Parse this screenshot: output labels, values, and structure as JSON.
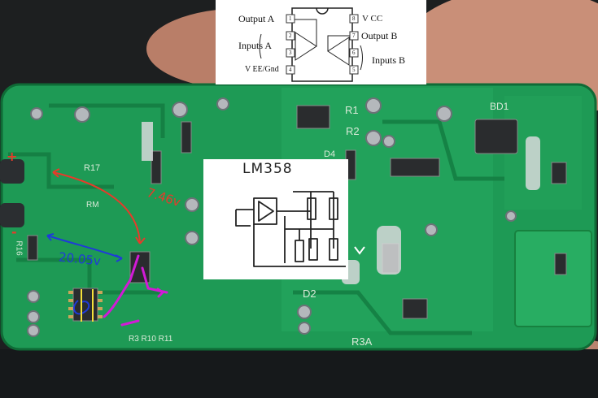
{
  "pinout": {
    "output_a": "Output A",
    "inputs_a": "Inputs A",
    "vee_gnd": "V EE/Gnd",
    "vcc": "V CC",
    "output_b": "Output B",
    "inputs_b": "Inputs B",
    "pin_numbers": [
      "1",
      "2",
      "3",
      "4",
      "8",
      "7",
      "6",
      "5"
    ]
  },
  "sketch": {
    "chip_name": "LM358"
  },
  "annotations": {
    "plus": "+",
    "minus": "-",
    "red_voltage": "7.46v",
    "blue_voltage": "20.05v"
  },
  "silkscreen": {
    "r1": "R1",
    "r2": "R2",
    "bd1": "BD1",
    "r17": "R17",
    "d4": "D4",
    "d2": "D2",
    "r3a": "R3A",
    "r16": "R16",
    "rm": "RM",
    "bottom_refs": "R3 R10 R11"
  },
  "colors": {
    "pcb_green": "#1e9a55",
    "pcb_dark": "#137a40",
    "annot_red": "#e83a2a",
    "annot_blue": "#1f3bd8",
    "annot_magenta": "#d21ad6"
  }
}
